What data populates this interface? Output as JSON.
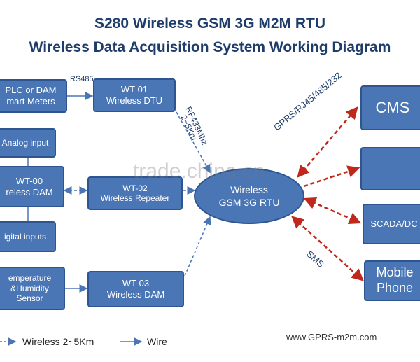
{
  "title_line1": "S280 Wireless GSM 3G M2M RTU",
  "title_line2": "Wireless Data Acquisition System Working Diagram",
  "boxes": {
    "plc": [
      "PLC or DAM",
      "mart Meters"
    ],
    "analog": "Analog input",
    "dam_left": [
      "WT-00",
      "reless  DAM"
    ],
    "digital": "igital inputs",
    "temp": [
      "emperature",
      "&Humidity",
      "Sensor"
    ],
    "wt01": [
      "WT-01",
      "Wireless  DTU"
    ],
    "wt02": [
      "WT-02",
      "Wireless  Repeater"
    ],
    "wt03": [
      "WT-03",
      "Wireless  DAM"
    ],
    "rtu": [
      "Wireless",
      "GSM 3G RTU"
    ],
    "cms": "CMS",
    "scada": "SCADA/DC",
    "mobile": [
      "Mobile",
      "Phone"
    ]
  },
  "labels": {
    "rs485": "RS485",
    "rf_line1": "RF433Mhz",
    "rf_line2": "2~5Km",
    "gprs": "GPRS/RJ45/485/232",
    "sms": "SMS"
  },
  "legend": {
    "wireless": "Wireless 2~5Km",
    "wire": "Wire"
  },
  "website": "www.GPRS-m2m.com",
  "watermark": "trade.china.cn",
  "colors": {
    "box_fill": "#4a76b5",
    "box_border": "#2f5590",
    "wire": "#4a76b5",
    "red": "#c0281c"
  }
}
